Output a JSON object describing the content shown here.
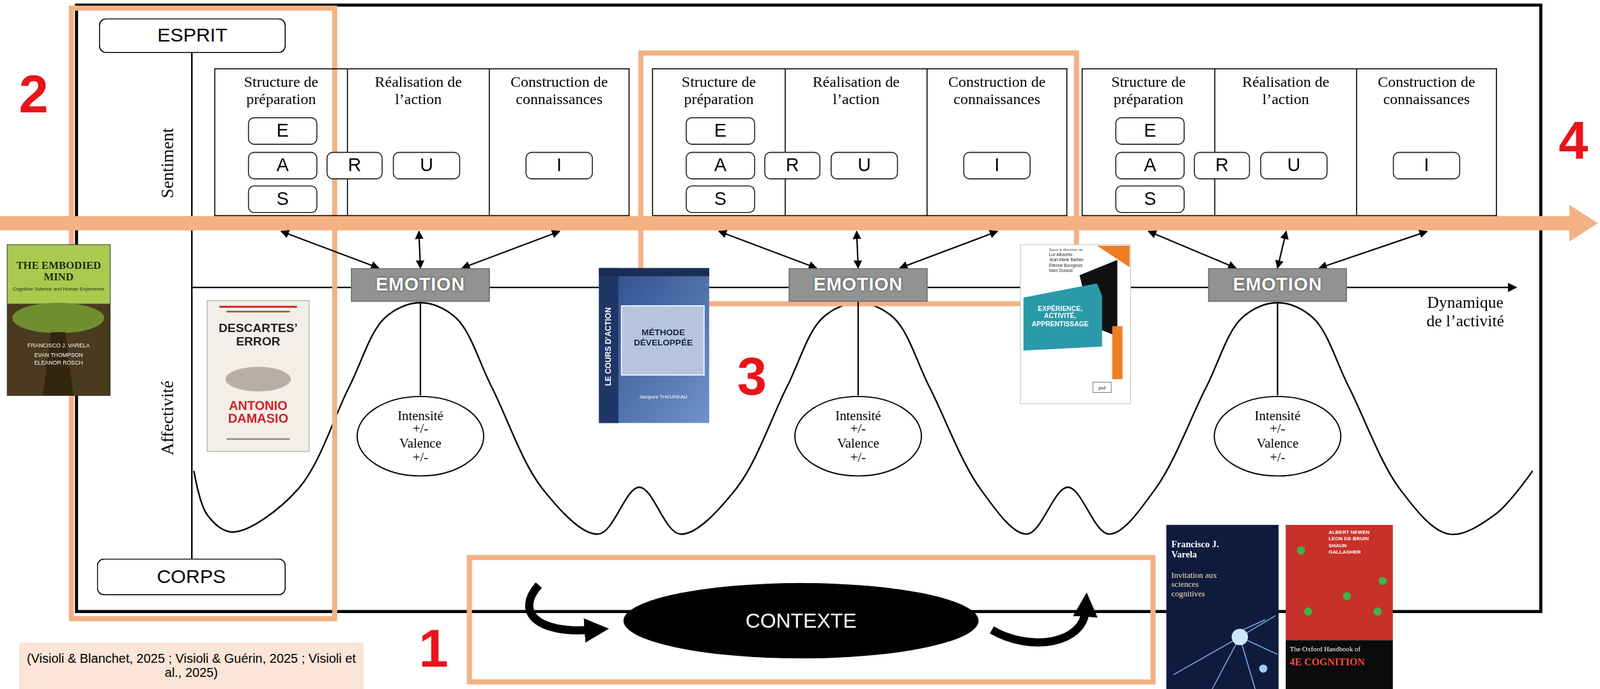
{
  "diagram": {
    "nodes": [
      {
        "text": [
          "ESPRIT"
        ]
      },
      {
        "text": [
          "CORPS"
        ]
      },
      {
        "text": [
          "Structure de préparation"
        ]
      },
      {
        "text": [
          "E"
        ],
        "in": 2
      },
      {
        "text": [
          "A"
        ],
        "in": 2
      },
      {
        "text": [
          "S"
        ],
        "in": 2
      },
      {
        "text": [
          "R"
        ],
        "in": 2
      },
      {
        "text": [
          "Réalisation de l’action"
        ]
      },
      {
        "text": [
          "U"
        ],
        "in": 7
      },
      {
        "text": [
          "Construction de connaissances"
        ]
      },
      {
        "text": [
          "I"
        ],
        "in": 9
      },
      {
        "text": [
          "EMOTION"
        ]
      },
      {
        "text": [
          "Structure de préparation"
        ]
      },
      {
        "text": [
          "E"
        ],
        "in": 12
      },
      {
        "text": [
          "A"
        ],
        "in": 12
      },
      {
        "text": [
          "S"
        ],
        "in": 12
      },
      {
        "text": [
          "R"
        ],
        "in": 12
      },
      {
        "text": [
          "Réalisation de l’action"
        ]
      },
      {
        "text": [
          "U"
        ],
        "in": 17
      },
      {
        "text": [
          "Construction de connaissances"
        ]
      },
      {
        "text": [
          "I"
        ],
        "in": 19
      },
      {
        "text": [
          "EMOTION"
        ]
      },
      {
        "text": [
          "Structure de préparation"
        ]
      },
      {
        "text": [
          "E"
        ],
        "in": 22
      },
      {
        "text": [
          "A"
        ],
        "in": 22
      },
      {
        "text": [
          "S"
        ],
        "in": 22
      },
      {
        "text": [
          "R"
        ],
        "in": 22
      },
      {
        "text": [
          "Réalisation de l’action"
        ]
      },
      {
        "text": [
          "U"
        ],
        "in": 27
      },
      {
        "text": [
          "Construction de connaissances"
        ]
      },
      {
        "text": [
          "I"
        ],
        "in": 29
      },
      {
        "text": [
          "EMOTION"
        ]
      },
      {
        "text": [
          "Intensité +/- Valence +/-"
        ]
      },
      {
        "text": [
          "Intensité +/- Valence +/-"
        ]
      },
      {
        "text": [
          "Intensité +/- Valence +/-"
        ]
      },
      {
        "text": [
          "CONTEXTE"
        ]
      },
      {
        "text": [
          "(Visioli & Blanchet, 2025 ; Visioli & Guérin, 2025 ; Visioli et al., 2025)"
        ]
      }
    ],
    "edges": [
      {
        "from": 2,
        "to": 11,
        "arrow": "both"
      },
      {
        "from": 7,
        "to": 11,
        "arrow": "both"
      },
      {
        "from": 9,
        "to": 11,
        "arrow": "both"
      },
      {
        "from": 11,
        "to": 32,
        "arrow": "none"
      },
      {
        "from": 12,
        "to": 21,
        "arrow": "both"
      },
      {
        "from": 17,
        "to": 21,
        "arrow": "both"
      },
      {
        "from": 19,
        "to": 21,
        "arrow": "both"
      },
      {
        "from": 21,
        "to": 33,
        "arrow": "none"
      },
      {
        "from": 22,
        "to": 31,
        "arrow": "both"
      },
      {
        "from": 27,
        "to": 31,
        "arrow": "both"
      },
      {
        "from": 29,
        "to": 31,
        "arrow": "both"
      },
      {
        "from": 31,
        "to": 34,
        "arrow": "none"
      }
    ],
    "labels": [
      "Sentiment",
      "Affectivité",
      "Dynamique de l’activité",
      "2",
      "3",
      "4",
      "1",
      "THE EMBODIED MIND",
      "Cognitive Science and Human Experience",
      "FRANCISCO J. VARELA",
      "EVAN THOMPSON",
      "ELEANOR ROSCH",
      "DESCARTES’ ERROR",
      "ANTONIO DAMASIO",
      "LE COURS D’ACTION",
      "MÉTHODE DÉVELOPPÉE",
      "Jacques THEUREAU",
      "Sous la direction de",
      "Luc Albarello",
      "Jean-Marie Barbier",
      "Étienne Bourgeois",
      "Marc Durand",
      "EXPÉRIENCE, ACTIVITÉ, APPRENTISSAGE",
      "puf",
      "Francisco J. Varela",
      "Invitation aux sciences cognitives",
      "ALBERT NEWEN LEON DE BRUIN SHAUN GALLAGHER",
      "The Oxford Handbook of",
      "4E COGNITION"
    ]
  }
}
